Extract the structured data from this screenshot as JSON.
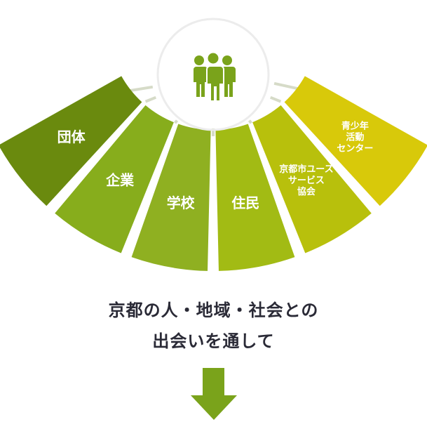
{
  "center": {
    "icon": "people-group-icon"
  },
  "segments": [
    {
      "id": "dantai",
      "lines": [
        "団体"
      ],
      "color": "#6a8a0e"
    },
    {
      "id": "kigyo",
      "lines": [
        "企業"
      ],
      "color": "#87ad1c"
    },
    {
      "id": "gakko",
      "lines": [
        "学校"
      ],
      "color": "#8fb021"
    },
    {
      "id": "jumin",
      "lines": [
        "住民"
      ],
      "color": "#a2bb14"
    },
    {
      "id": "youth-service",
      "lines": [
        "京都市ユース",
        "サービス",
        "協会"
      ],
      "color": "#b8c00c"
    },
    {
      "id": "youth-center",
      "lines": [
        "青少年",
        "活動",
        "センター"
      ],
      "color": "#d8c90a"
    }
  ],
  "caption": {
    "line1": "京都の人・地域・社会との",
    "line2": "出会いを通して"
  },
  "colors": {
    "connector": "#d6dbc8",
    "hub_ring": "#ececec",
    "icon": "#7aa31b",
    "arrow": "#7aa31b",
    "caption_text": "#2a2a36"
  }
}
